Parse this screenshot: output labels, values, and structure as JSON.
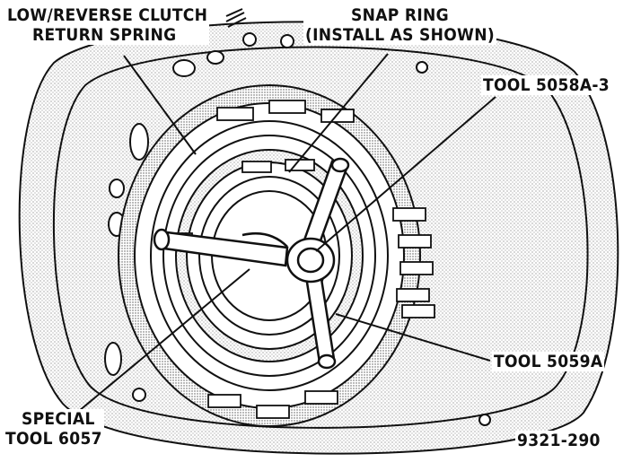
{
  "callouts": {
    "low_reverse_spring": {
      "line1": "LOW/REVERSE CLUTCH",
      "line2": "RETURN SPRING"
    },
    "snap_ring": {
      "line1": "SNAP RING",
      "line2": "(INSTALL AS SHOWN)"
    },
    "tool_5058a3": "TOOL 5058A-3",
    "tool_5059a": "TOOL 5059A",
    "special_tool_6057": {
      "line1": "SPECIAL",
      "line2": "TOOL 6057"
    }
  },
  "figure_id": "9321-290",
  "colors": {
    "ink": "#111111",
    "paper": "#ffffff",
    "stipple": "#9a9a9a"
  }
}
